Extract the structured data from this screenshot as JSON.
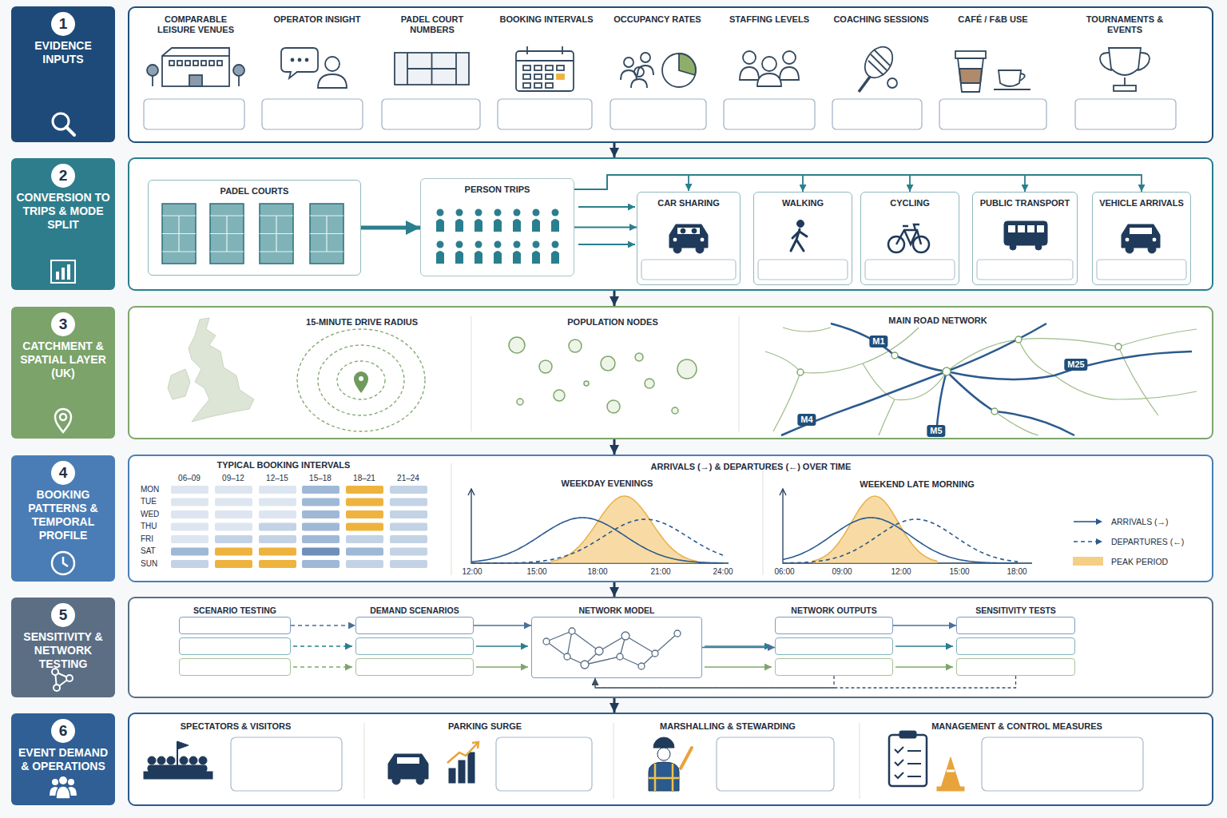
{
  "diagram": {
    "nodes": [
      {
        "text": [
          "1",
          "EVIDENCE INPUTS"
        ]
      },
      {
        "text": [
          "2",
          "CONVERSION TO TRIPS & MODE SPLIT"
        ]
      },
      {
        "text": [
          "PADEL COURTS"
        ]
      },
      {
        "text": [
          "PERSON TRIPS"
        ]
      },
      {
        "text": [
          "CAR SHARING"
        ]
      },
      {
        "text": [
          "WALKING"
        ]
      },
      {
        "text": [
          "CYCLING"
        ]
      },
      {
        "text": [
          "PUBLIC TRANSPORT"
        ]
      },
      {
        "text": [
          "VEHICLE ARRIVALS"
        ]
      },
      {
        "text": [
          "3",
          "CATCHMENT & SPATIAL LAYER (UK)"
        ]
      },
      {
        "text": [
          "4",
          "BOOKING PATTERNS & TEMPORAL PROFILE"
        ]
      },
      {
        "text": [
          "5",
          "SENSITIVITY & NETWORK TESTING"
        ]
      },
      {
        "text": [
          "SCENARIO TESTING"
        ]
      },
      {
        "text": [
          "DEMAND SCENARIOS"
        ]
      },
      {
        "text": [
          "NETWORK MODEL"
        ]
      },
      {
        "text": [
          "NETWORK OUTPUTS"
        ]
      },
      {
        "text": [
          "SENSITIVITY TESTS"
        ]
      },
      {
        "text": [
          "6",
          "EVENT DEMAND & OPERATIONS"
        ]
      }
    ],
    "edges": [
      {
        "from": 2,
        "to": 3,
        "arrow": "to"
      },
      {
        "from": 3,
        "to": 4,
        "arrow": "to"
      },
      {
        "from": 3,
        "to": 5,
        "arrow": "to"
      },
      {
        "from": 3,
        "to": 6,
        "arrow": "to"
      },
      {
        "from": 3,
        "to": 7,
        "arrow": "to"
      },
      {
        "from": 3,
        "to": 8,
        "arrow": "to"
      },
      {
        "from": 12,
        "to": 13,
        "arrow": "to"
      },
      {
        "from": 13,
        "to": 14,
        "arrow": "to"
      },
      {
        "from": 14,
        "to": 15,
        "arrow": "to"
      },
      {
        "from": 15,
        "to": 16,
        "arrow": "to"
      },
      {
        "from": 15,
        "to": 14,
        "arrow": "to"
      },
      {
        "from": 16,
        "to": 14,
        "arrow": "to"
      }
    ],
    "labels": [
      "COMPARABLE LEISURE VENUES",
      "OPERATOR INSIGHT",
      "PADEL COURT NUMBERS",
      "BOOKING INTERVALS",
      "OCCUPANCY RATES",
      "STAFFING LEVELS",
      "COACHING SESSIONS",
      "CAFÉ / F&B USE",
      "TOURNAMENTS & EVENTS",
      "15-MINUTE DRIVE RADIUS",
      "POPULATION NODES",
      "MAIN ROAD NETWORK",
      "M1",
      "M25",
      "M4",
      "M5",
      "TYPICAL BOOKING INTERVALS",
      "06–09",
      "09–12",
      "12–15",
      "15–18",
      "18–21",
      "21–24",
      "MON",
      "TUE",
      "WED",
      "THU",
      "FRI",
      "SAT",
      "SUN",
      "ARRIVALS (→) & DEPARTURES (←) OVER TIME",
      "WEEKDAY EVENINGS",
      "WEEKEND LATE MORNING",
      "12:00",
      "15:00",
      "18:00",
      "21:00",
      "24:00",
      "06:00",
      "09:00",
      "12:00",
      "15:00",
      "18:00",
      "SPECTATORS & VISITORS",
      "PARKING SURGE",
      "MARSHALLING & STEWARDING",
      "MANAGEMENT & CONTROL MEASURES"
    ],
    "legend": [
      {
        "text": "ARRIVALS (→)"
      },
      {
        "text": "DEPARTURES (←)"
      },
      {
        "text": "PEAK PERIOD",
        "color": "#f5cf86"
      }
    ]
  }
}
